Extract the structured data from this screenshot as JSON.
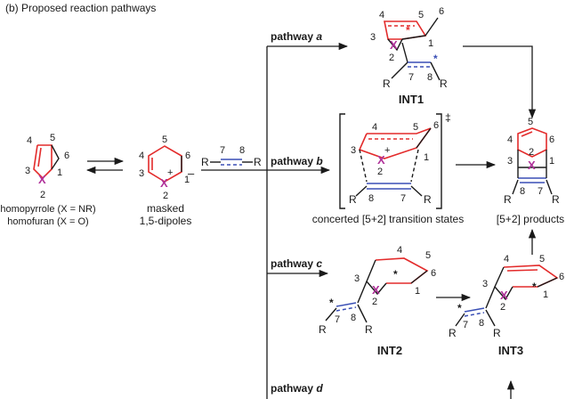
{
  "header": {
    "title": "(b) Proposed reaction pathways"
  },
  "nodes": {
    "homo": {
      "caption1": "homopyrrole (X = NR)",
      "caption2": "homofuran (X = O)",
      "n4": "4",
      "n5": "5",
      "n6": "6",
      "n3": "3",
      "n1": "1",
      "n2": "2",
      "x": "X"
    },
    "dipole": {
      "caption1": "masked",
      "caption2": "1,5-dipoles",
      "n5": "5",
      "n4": "4",
      "n6": "6",
      "n3": "3",
      "n1": "1",
      "n2": "2",
      "x": "X",
      "plus": "+",
      "minus": "–"
    },
    "alkyne": {
      "n7": "7",
      "n8": "8",
      "r": "R"
    },
    "int1": {
      "label": "INT1",
      "n4": "4",
      "n5": "5",
      "n6": "6",
      "n3": "3",
      "n1": "1",
      "n2": "2",
      "n7": "7",
      "n8": "8",
      "x": "X",
      "r": "R",
      "star": "*"
    },
    "ts": {
      "caption": "concerted [5+2] transition states",
      "dagger": "‡",
      "n4": "4",
      "n5": "5",
      "n6": "6",
      "n3": "3",
      "n1": "1",
      "n2": "2",
      "n7": "7",
      "n8": "8",
      "x": "X",
      "plus": "+",
      "r": "R"
    },
    "product": {
      "caption": "[5+2] products",
      "n5": "5",
      "n4": "4",
      "n6": "6",
      "n3": "3",
      "n1": "1",
      "n2": "2",
      "n7": "7",
      "n8": "8",
      "x": "X",
      "r": "R"
    },
    "int2": {
      "label": "INT2",
      "n4": "4",
      "n5": "5",
      "n6": "6",
      "n3": "3",
      "n1": "1",
      "n2": "2",
      "n7": "7",
      "n8": "8",
      "x": "X",
      "r": "R",
      "star": "*"
    },
    "int3": {
      "label": "INT3",
      "n4": "4",
      "n5": "5",
      "n6": "6",
      "n3": "3",
      "n1": "1",
      "n2": "2",
      "n7": "7",
      "n8": "8",
      "x": "X",
      "r": "R",
      "star": "*"
    }
  },
  "pathways": {
    "a": {
      "word": "pathway",
      "letter": "a"
    },
    "b": {
      "word": "pathway",
      "letter": "b"
    },
    "c": {
      "word": "pathway",
      "letter": "c"
    },
    "d": {
      "word": "pathway",
      "letter": "d"
    }
  },
  "colors": {
    "ring": "#e32b2b",
    "heteroatom": "#b0329a",
    "alkyne": "#3a4fb5",
    "arrow": "#1a1a1a"
  }
}
